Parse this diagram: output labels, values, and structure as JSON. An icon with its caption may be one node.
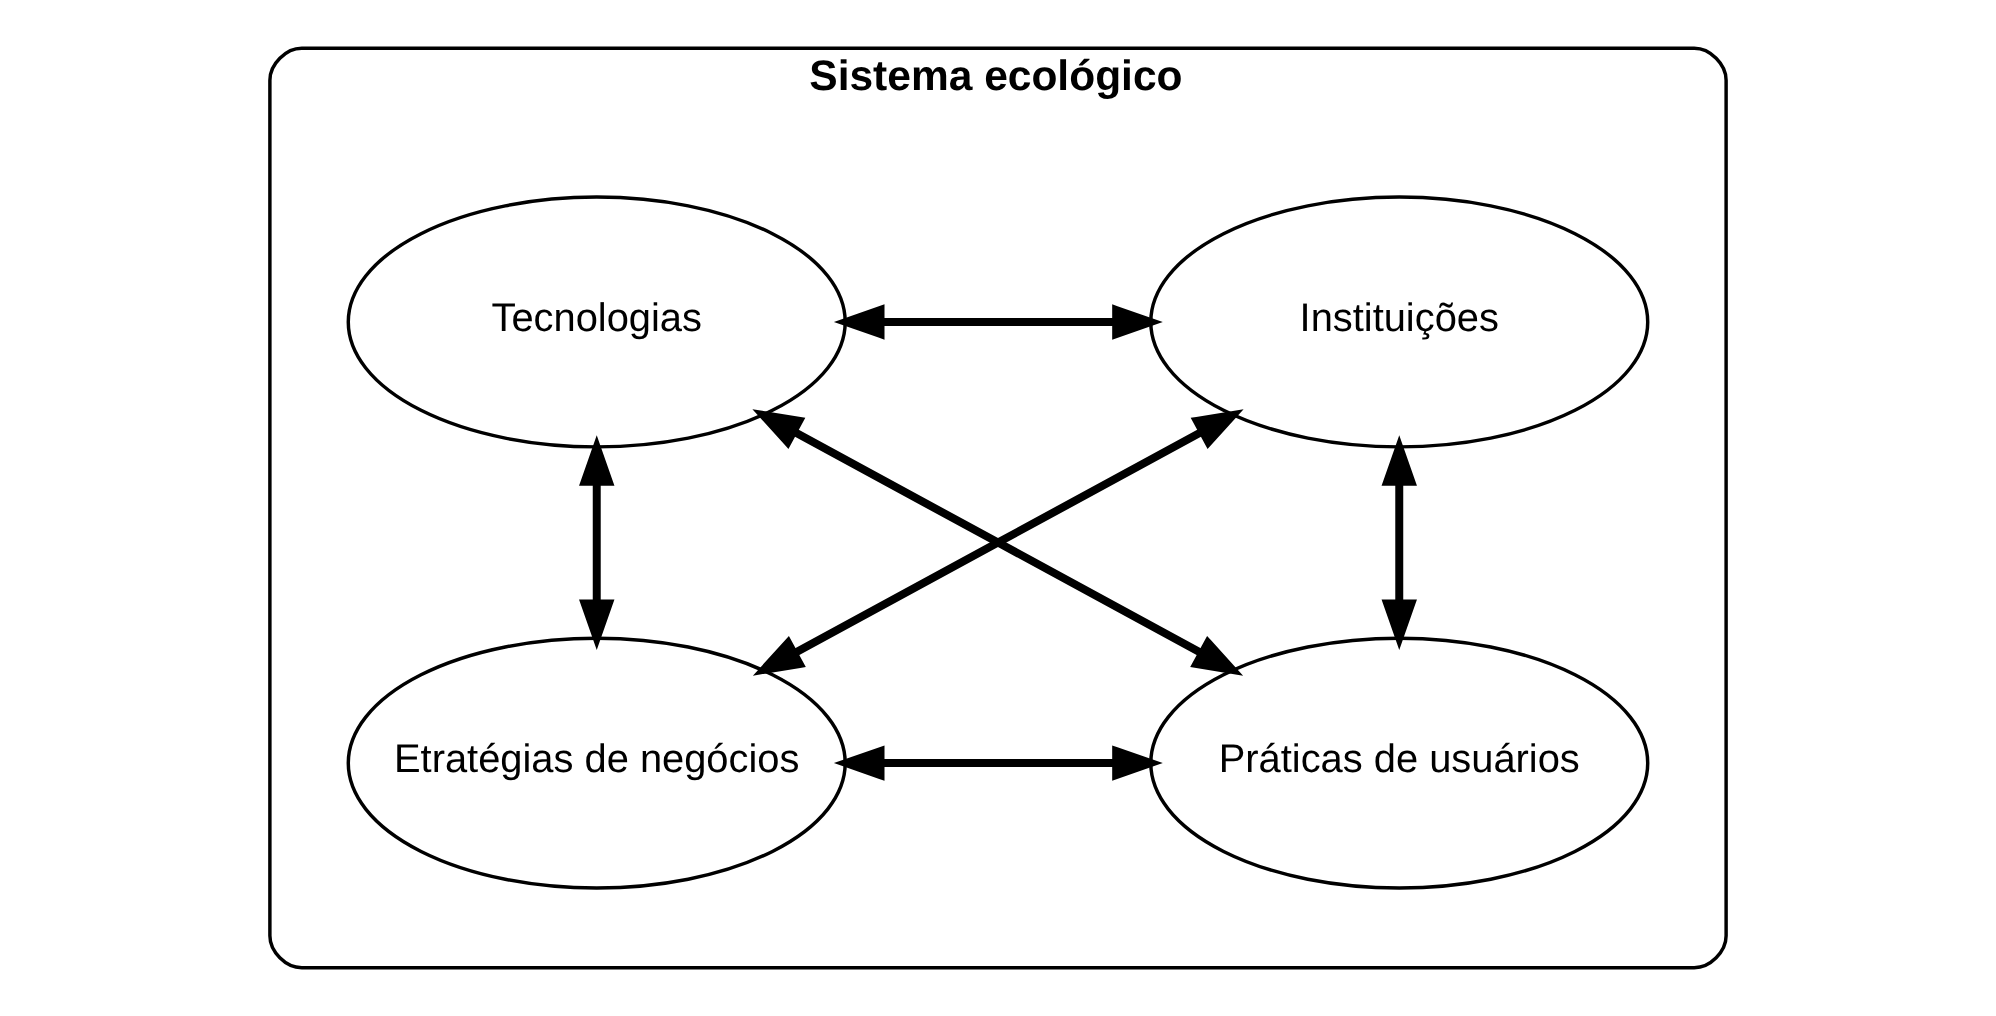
{
  "diagram": {
    "nodes": [
      {
        "text": [
          "Sistema ecológico"
        ]
      },
      {
        "text": [
          "Tecnologias"
        ],
        "in": 0
      },
      {
        "text": [
          "Instituições"
        ],
        "in": 0
      },
      {
        "text": [
          "Etratégias de negócios"
        ],
        "in": 0
      },
      {
        "text": [
          "Práticas de usuários"
        ],
        "in": 0
      }
    ],
    "edges": [
      {
        "from": 1,
        "to": 2,
        "arrow": "both"
      },
      {
        "from": 1,
        "to": 3,
        "arrow": "both"
      },
      {
        "from": 2,
        "to": 4,
        "arrow": "both"
      },
      {
        "from": 1,
        "to": 4,
        "arrow": "both"
      },
      {
        "from": 3,
        "to": 2,
        "arrow": "both"
      },
      {
        "from": 3,
        "to": 4,
        "arrow": "both"
      }
    ]
  }
}
